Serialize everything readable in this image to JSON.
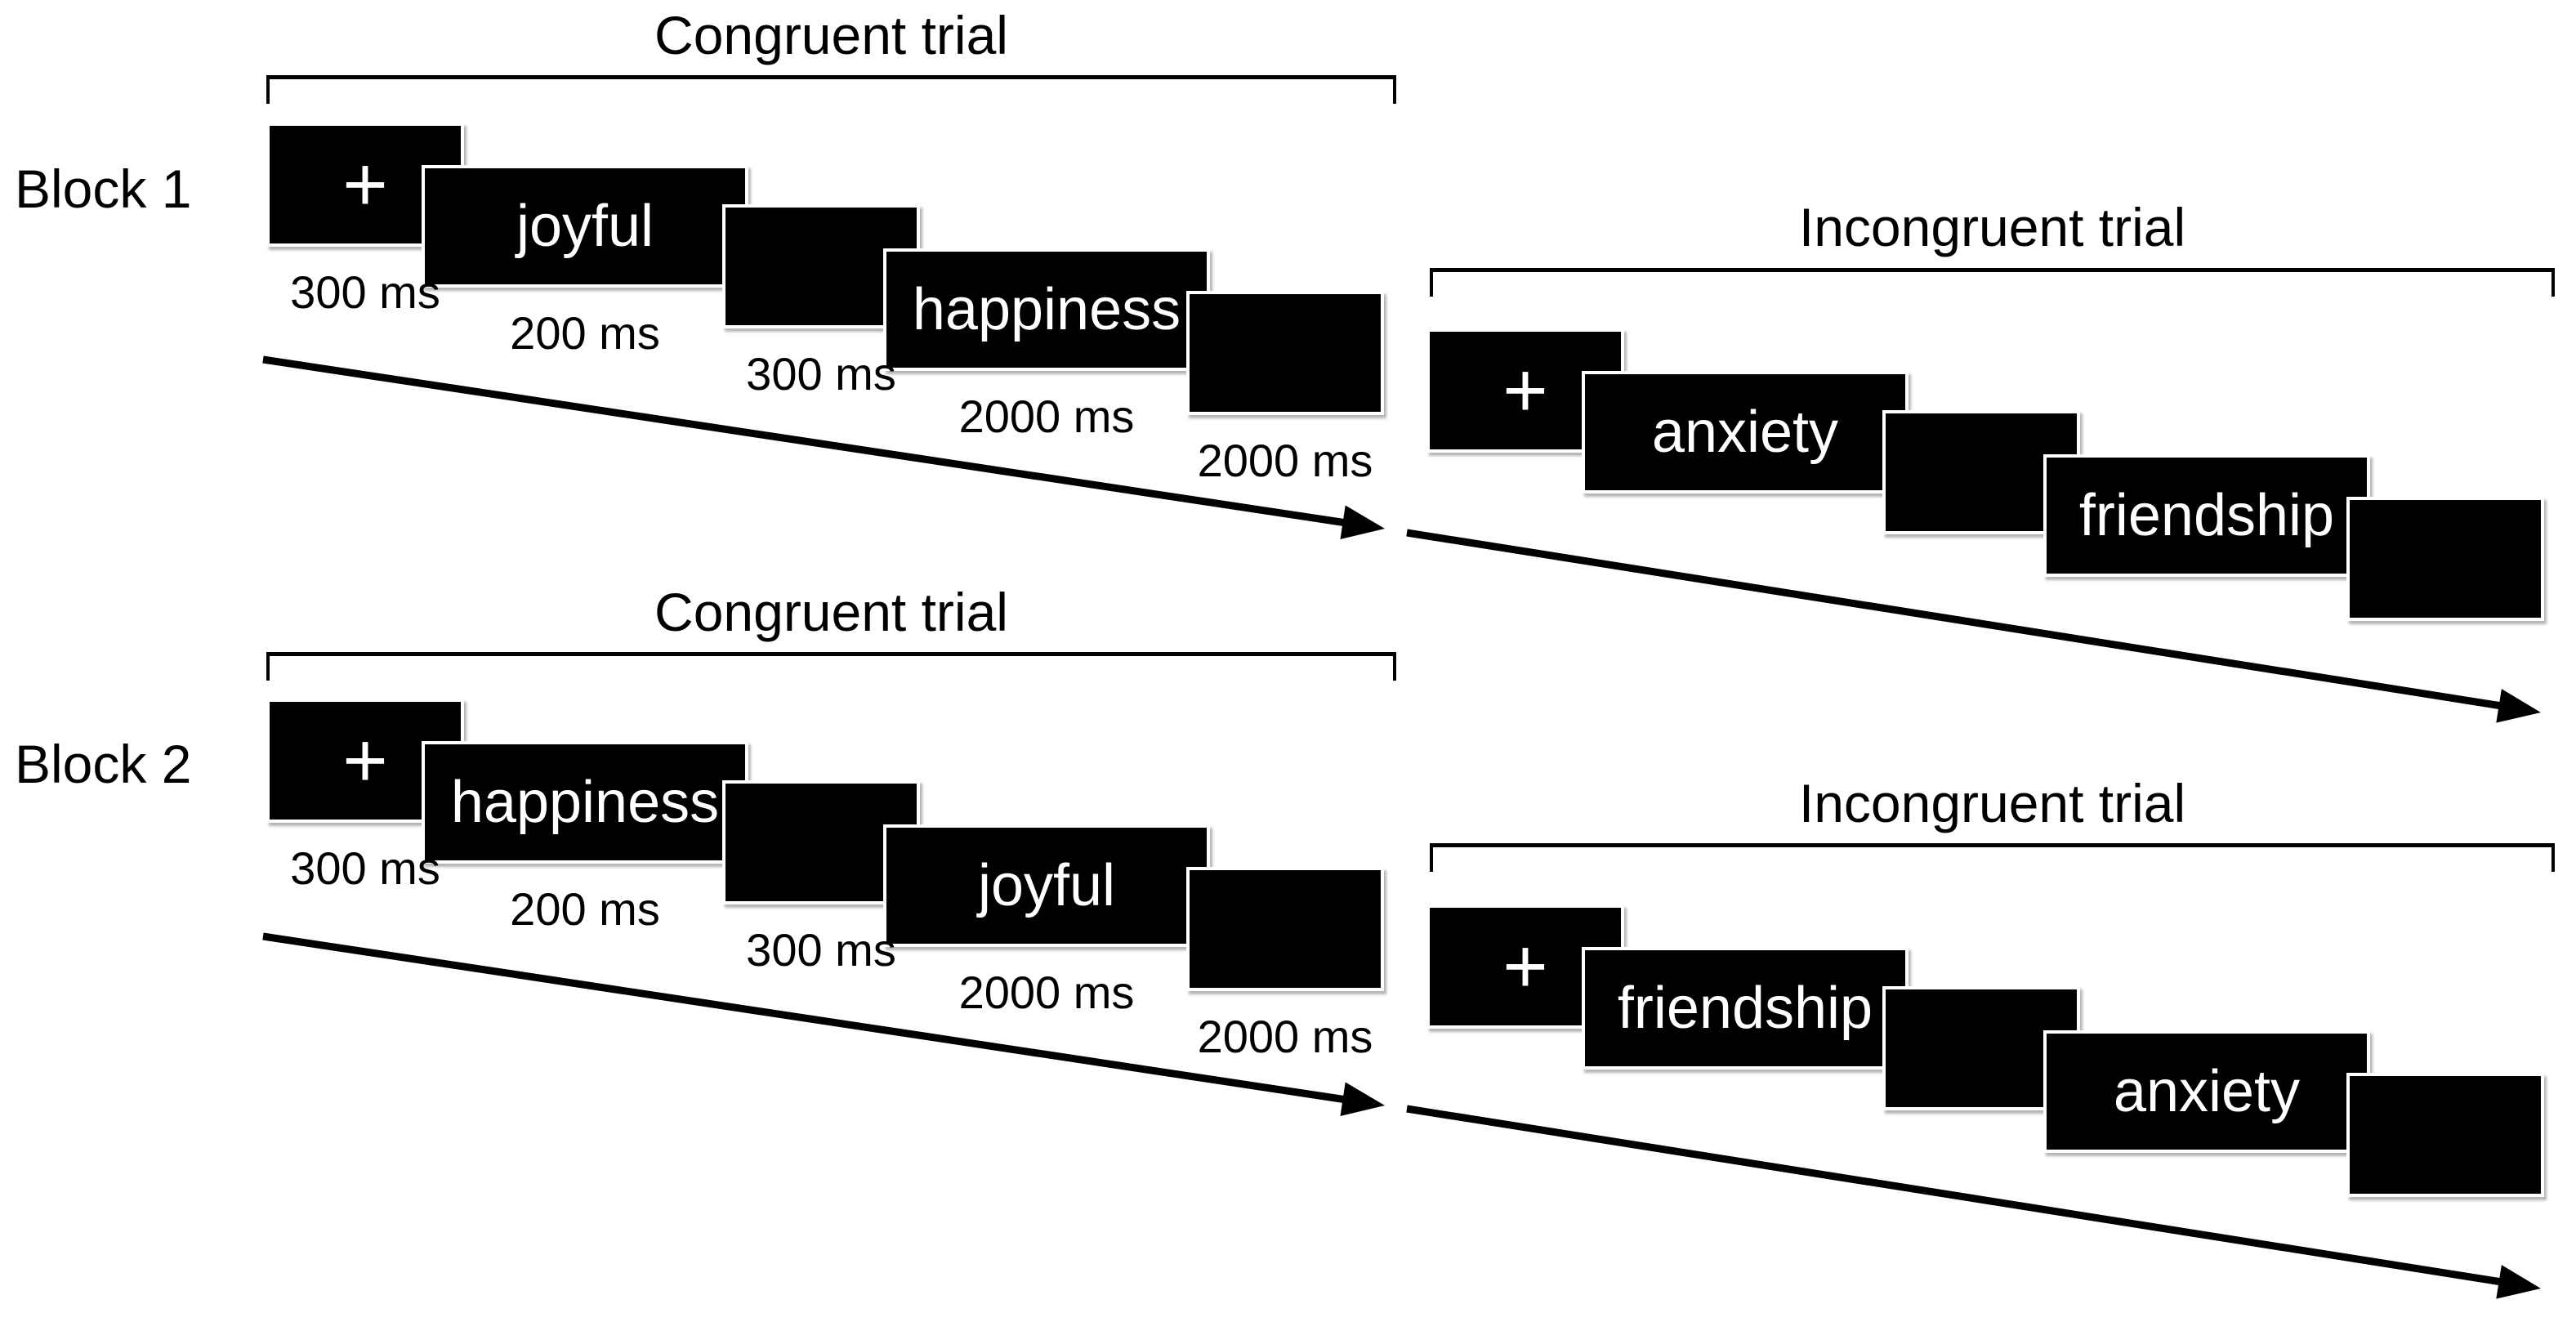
{
  "figure": {
    "background_color": "#ffffff",
    "screen_color": "#000000",
    "screen_text_color": "#ffffff",
    "line_color": "#000000"
  },
  "blocks": [
    {
      "label": "Block 1",
      "trials": [
        {
          "title": "Congruent trial",
          "screens": [
            {
              "content": "+",
              "duration": "300 ms"
            },
            {
              "content": "joyful",
              "duration": "200 ms"
            },
            {
              "content": "",
              "duration": "300 ms"
            },
            {
              "content": "happiness",
              "duration": "2000 ms"
            },
            {
              "content": "",
              "duration": "2000 ms"
            }
          ]
        },
        {
          "title": "Incongruent trial",
          "screens": [
            {
              "content": "+"
            },
            {
              "content": "anxiety"
            },
            {
              "content": ""
            },
            {
              "content": "friendship"
            },
            {
              "content": ""
            }
          ]
        }
      ]
    },
    {
      "label": "Block 2",
      "trials": [
        {
          "title": "Congruent trial",
          "screens": [
            {
              "content": "+",
              "duration": "300 ms"
            },
            {
              "content": "happiness",
              "duration": "200 ms"
            },
            {
              "content": "",
              "duration": "300 ms"
            },
            {
              "content": "joyful",
              "duration": "2000 ms"
            },
            {
              "content": "",
              "duration": "2000 ms"
            }
          ]
        },
        {
          "title": "Incongruent trial",
          "screens": [
            {
              "content": "+"
            },
            {
              "content": "friendship"
            },
            {
              "content": ""
            },
            {
              "content": "anxiety"
            },
            {
              "content": ""
            }
          ]
        }
      ]
    }
  ]
}
